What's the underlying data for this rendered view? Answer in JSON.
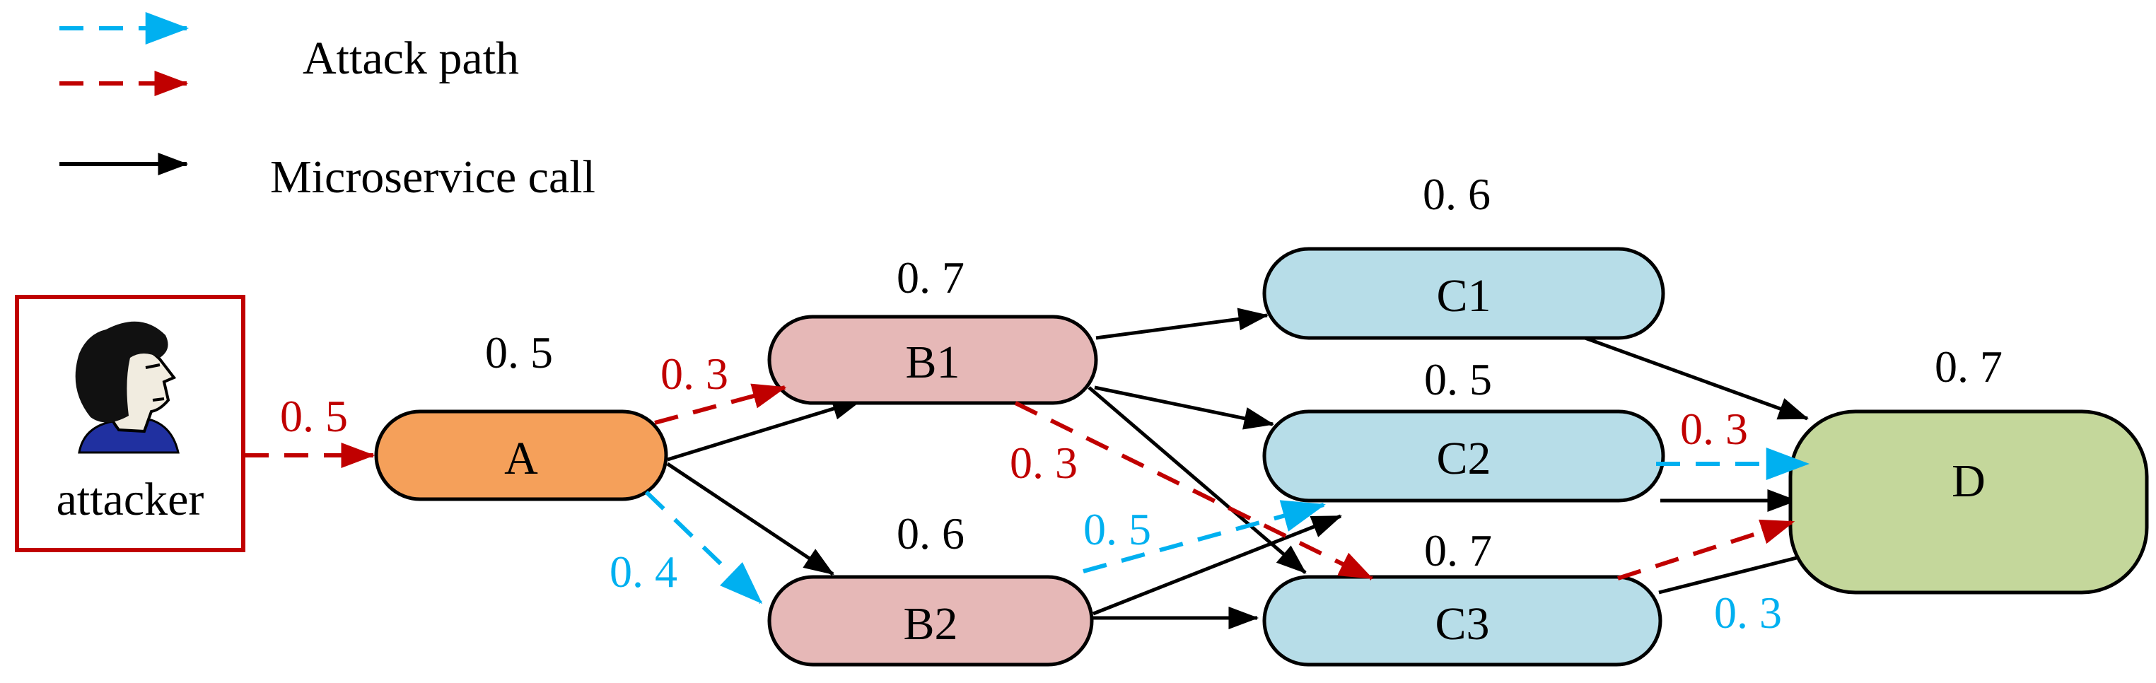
{
  "colors": {
    "red": "#c00000",
    "blue": "#00b0f0",
    "black": "#000000",
    "attacker_border": "#c00000",
    "node_A": "#f5a05a",
    "node_B": "#e6b8b7",
    "node_C": "#b7dde8",
    "node_D": "#c4d79b"
  },
  "legend": {
    "attack_path": "Attack path",
    "microservice_call": "Microservice call"
  },
  "attacker": {
    "label": "attacker",
    "icon": "person-icon"
  },
  "nodes": {
    "A": {
      "label": "A",
      "score": "0. 5"
    },
    "B1": {
      "label": "B1",
      "score": "0. 7"
    },
    "B2": {
      "label": "B2",
      "score": "0. 6"
    },
    "C1": {
      "label": "C1",
      "score": "0. 6"
    },
    "C2": {
      "label": "C2",
      "score": "0. 5"
    },
    "C3": {
      "label": "C3",
      "score": "0. 7"
    },
    "D": {
      "label": "D",
      "score": "0. 7"
    }
  },
  "edge_labels": {
    "attacker_A": "0. 5",
    "A_B1": "0. 3",
    "A_B2": "0. 4",
    "B1_C3": "0. 3",
    "B2_C2": "0. 5",
    "C2_D": "0. 3",
    "C3_D_red": "0. 3",
    "C3_D_blue": "0. 3"
  }
}
